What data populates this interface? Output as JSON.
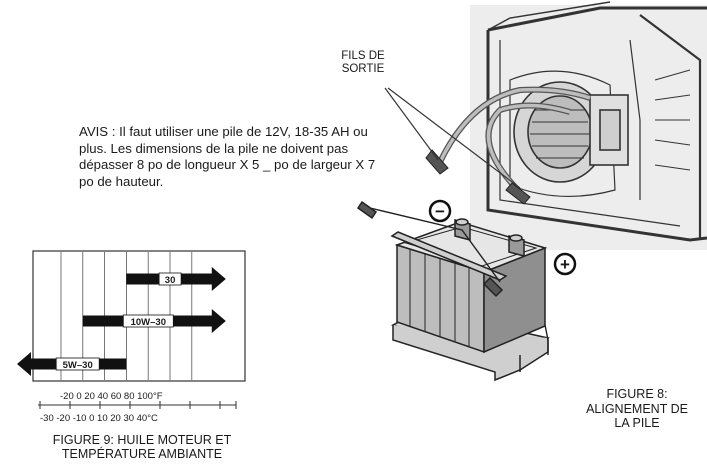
{
  "labels": {
    "output_wires": "FILS DE SORTIE",
    "battery_notice": "AVIS : Il faut utiliser une pile de 12V, 18-35 AH ou plus. Les dimensions de la pile ne doivent pas dépasser 8 po de longueur X 5 _ po de largeur X 7 po de hauteur.",
    "figure8_caption": "FIGURE 8: ALIGNEMENT DE LA PILE",
    "figure9_caption": "FIGURE 9: HUILE MOTEUR ET TEMPÉRATURE AMBIANTE",
    "minus_symbol": "−",
    "plus_symbol": "+"
  },
  "oil_chart": {
    "fahrenheit_scale": "-20 0 20 40 60 80 100°F",
    "celsius_scale": "-30 -20 -10 0 10 20 30 40°C",
    "grades": [
      {
        "name": "30",
        "from_f": 40,
        "to_f": 100,
        "open_end": "right"
      },
      {
        "name": "10W–30",
        "from_f": 0,
        "to_f": 100,
        "open_end": "right"
      },
      {
        "name": "5W–30",
        "from_f": -20,
        "to_f": 40,
        "open_end": "left"
      }
    ]
  }
}
